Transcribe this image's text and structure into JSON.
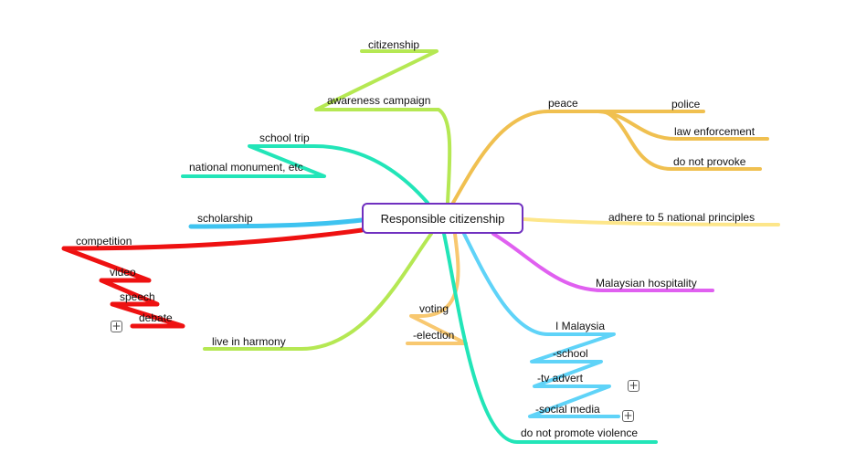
{
  "central": {
    "label": "Responsible citizenship",
    "border_color": "#7030c0"
  },
  "colors": {
    "lime": "#b5e853",
    "teal": "#22e5b8",
    "orange": "#f0c050",
    "yellow": "#fde68a",
    "magenta": "#e060f0",
    "sky": "#5fd3f8",
    "blue": "#3ec3f0",
    "red": "#ee1111",
    "peach": "#f8c870"
  },
  "nodes": {
    "citizenship": "citizenship",
    "awareness_campaign": "awareness campaign",
    "school_trip": "school trip",
    "national_monument": "national monument, etc",
    "scholarship": "scholarship",
    "competition": "competition",
    "video": "video",
    "speech": "speech",
    "debate": "debate",
    "live_in_harmony": "live in harmony",
    "voting": "voting",
    "election": "-election",
    "peace": "peace",
    "police": "police",
    "law_enforcement": "law enforcement",
    "do_not_provoke": "do not provoke",
    "adhere": "adhere to 5 national principles",
    "hospitality": "Malaysian hospitality",
    "i_malaysia": "I Malaysia",
    "school": "-school",
    "tv_advert": "-tv advert",
    "social_media": "-social media",
    "do_not_promote_violence": "do not promote violence"
  },
  "expand_symbol": "+"
}
